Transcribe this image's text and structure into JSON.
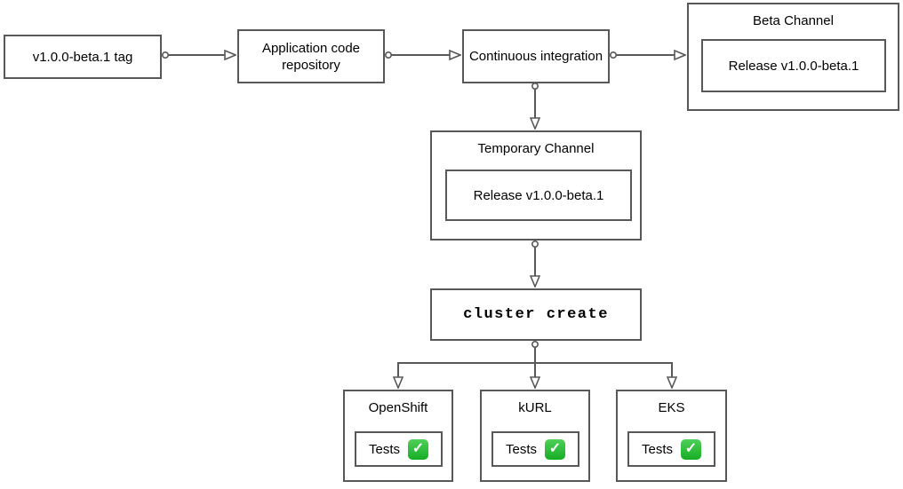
{
  "diagram": {
    "nodes": {
      "tag": {
        "label": "v1.0.0-beta.1 tag"
      },
      "repo": {
        "label": "Application code repository"
      },
      "ci": {
        "label": "Continuous integration"
      },
      "beta_channel": {
        "title": "Beta Channel",
        "release_label": "Release v1.0.0-beta.1"
      },
      "temp_channel": {
        "title": "Temporary Channel",
        "release_label": "Release v1.0.0-beta.1"
      },
      "cluster_create": {
        "label": "cluster create"
      },
      "openshift": {
        "title": "OpenShift",
        "tests_label": "Tests"
      },
      "kurl": {
        "title": "kURL",
        "tests_label": "Tests"
      },
      "eks": {
        "title": "EKS",
        "tests_label": "Tests"
      }
    },
    "icons": {
      "check": "✓"
    },
    "colors": {
      "stroke": "#585858",
      "node_fill": "#ffffff",
      "text": "#000000",
      "check_green": "#17ad25",
      "check_mark": "#ffffff"
    }
  }
}
